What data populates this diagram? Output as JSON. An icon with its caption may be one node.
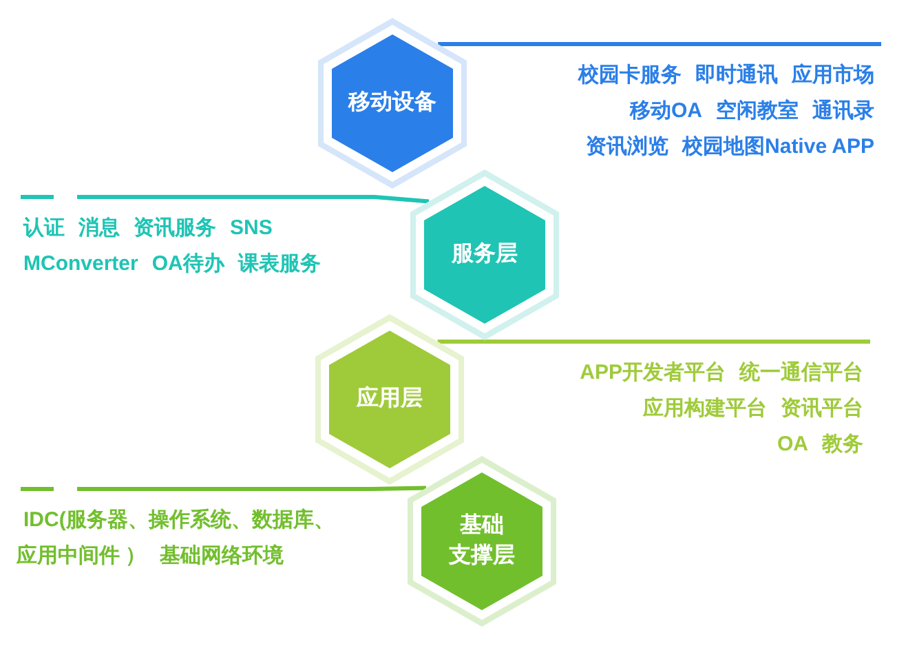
{
  "diagram": {
    "nodes": [
      {
        "text": [
          "移动设备"
        ]
      },
      {
        "text": [
          "校园卡服务",
          "即时通讯",
          "应用市场",
          "移动OA",
          "空闲教室",
          "通讯录",
          "资讯浏览",
          "校园地图Native APP"
        ]
      },
      {
        "text": [
          "服务层"
        ]
      },
      {
        "text": [
          "认证",
          "消息",
          "资讯服务",
          "SNS",
          "MConverter",
          "OA待办",
          "课表服务"
        ]
      },
      {
        "text": [
          "应用层"
        ]
      },
      {
        "text": [
          "APP开发者平台",
          "统一通信平台",
          "应用构建平台",
          "资讯平台",
          "OA",
          "教务"
        ]
      },
      {
        "text": [
          "基础支撑层"
        ]
      },
      {
        "text": [
          "IDC(服务器、操作系统、数据库、应用中间件 ）",
          "基础网络环境"
        ]
      }
    ],
    "edges": [
      {
        "from": 0,
        "to": 1,
        "arrow": "none",
        "color": "#2b7fe8"
      },
      {
        "from": 2,
        "to": 3,
        "arrow": "none",
        "color": "#1fc4b4"
      },
      {
        "from": 4,
        "to": 5,
        "arrow": "none",
        "color": "#9fcb3a"
      },
      {
        "from": 6,
        "to": 7,
        "arrow": "none",
        "color": "#72bf2e"
      }
    ]
  }
}
